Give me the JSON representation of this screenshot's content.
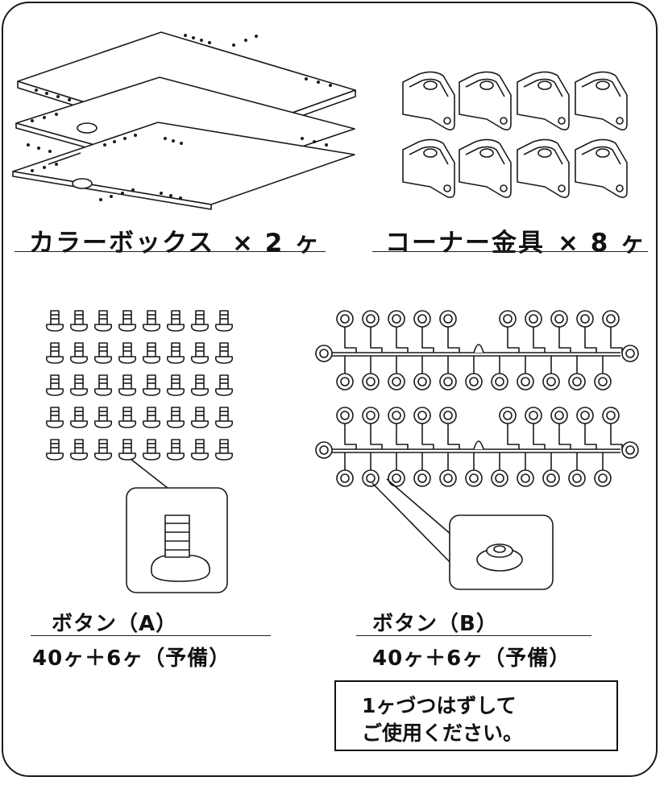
{
  "parts": {
    "color_box": {
      "name": "カラーボックス",
      "qty": "× 2 ヶ"
    },
    "corner_bracket": {
      "name": "コーナー金具",
      "qty": "× 8 ヶ"
    },
    "button_a": {
      "name": "ボタン（A）",
      "qty": "40ヶ＋6ヶ（予備）"
    },
    "button_b": {
      "name": "ボタン（B）",
      "qty": "40ヶ＋6ヶ（予備）"
    }
  },
  "note": {
    "line1": "1ヶづつはずして",
    "line2": "ご使用ください。"
  },
  "colors": {
    "stroke": "#1a1a1a",
    "background": "#ffffff"
  }
}
